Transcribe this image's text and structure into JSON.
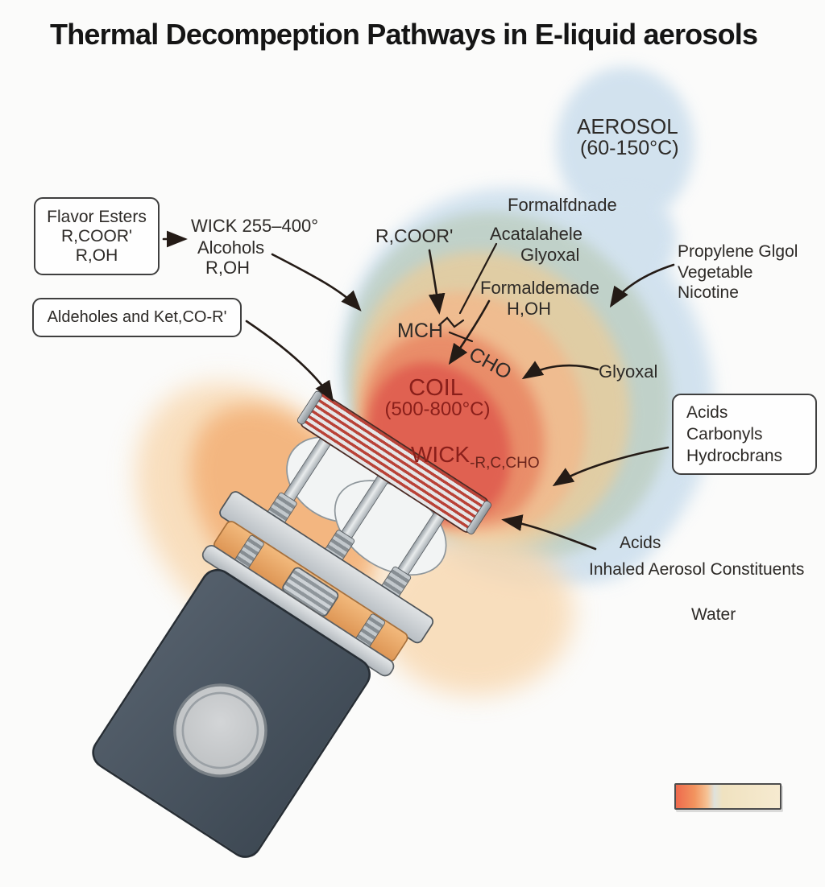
{
  "title": "Thermal Decompeption Pathways in E-liquid aerosols",
  "aerosol": {
    "name": "AEROSOL",
    "temp": "(60-150°C)"
  },
  "flavor_box": {
    "line1": "Flavor Esters",
    "line2": "R,COOR'",
    "line3": "R,OH"
  },
  "wick_zone": {
    "line1": "WICK 255–400°",
    "line2": "Alcohols",
    "line3": "R,OH"
  },
  "aldehydes_box": {
    "text": "Aldeholes and Ket,CO-R'"
  },
  "center": {
    "ester": "R,COOR'",
    "formalfdnade": "Formalfdnade",
    "acatalahele": "Acatalahele",
    "glyoxal": "Glyoxal",
    "formaldemade": "Formaldemade",
    "h2oh": "H,OH",
    "mch": "MCH",
    "cho": "CHO"
  },
  "coil": {
    "name": "COIL",
    "temp": "(500-800°C)"
  },
  "wick_label": {
    "name": "WICK",
    "sub": "-R,C,CHO"
  },
  "right": {
    "glyoxal": "Glyoxal",
    "propylene1": "Propylene Glgol",
    "propylene2": "Vegetable",
    "propylene3": "Nicotine"
  },
  "acids_box": {
    "line1": "Acids",
    "line2": "Carbonyls",
    "line3": "Hydrocbrans"
  },
  "bottom": {
    "acids": "Acids",
    "inhaled": "Inhaled Aerosol Constituents",
    "water": "Water"
  },
  "colors": {
    "aerosol_blue": "#cbdeed",
    "sage": "#bfd0c5",
    "tan": "#e2cda3",
    "peach": "#f2bb8d",
    "salmon": "#ec8a64",
    "red_core": "#e25c4b",
    "glow_peach": "#f8d7ae",
    "glow_orange": "#f3b076",
    "maroon_text": "#8a1f1a",
    "arrow": "#241b16"
  },
  "legend": {
    "colors": [
      "#ee6a4d",
      "#f2945f",
      "#f6c294",
      "#dfe2dc",
      "#f0e2c0",
      "#f6ead0"
    ]
  }
}
